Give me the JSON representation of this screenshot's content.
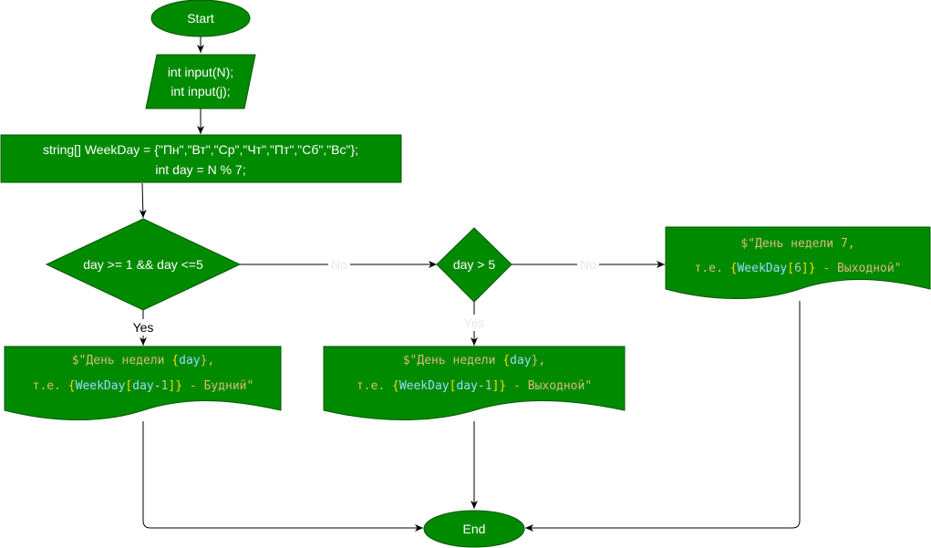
{
  "colors": {
    "node_fill": "#008a00",
    "node_stroke": "#005700",
    "edge": "#000000",
    "code_string": "#d7ba7d",
    "code_ident": "#9cdcfe",
    "code_brace": "#ffd700",
    "code_number": "#b5cea8"
  },
  "nodes": {
    "start": {
      "label": "Start"
    },
    "input": {
      "line1": "int input(N);",
      "line2": "int input(j);"
    },
    "init": {
      "line1": "string[] WeekDay = {\"Пн\",\"Вт\",\"Ср\",\"Чт\",\"Пт\",\"Сб\",\"Вс\"};",
      "line2": "int day = N % 7;"
    },
    "decision1": {
      "label": "day >= 1 && day <=5"
    },
    "decision2": {
      "label": "day > 5"
    },
    "out_weekday": {
      "l1_a": "$\"День недели ",
      "l1_b": "{",
      "l1_c": "day",
      "l1_d": "},",
      "l2_a": "т.е. ",
      "l2_b": "{",
      "l2_c": "WeekDay",
      "l2_d": "[",
      "l2_e": "day",
      "l2_f": "-",
      "l2_g": "1",
      "l2_h": "]",
      "l2_i": "}",
      "l2_j": " - Будний\""
    },
    "out_weekend": {
      "l1_a": "$\"День недели ",
      "l1_b": "{",
      "l1_c": "day",
      "l1_d": "},",
      "l2_a": "т.е. ",
      "l2_b": "{",
      "l2_c": "WeekDay",
      "l2_d": "[",
      "l2_e": "day",
      "l2_f": "-",
      "l2_g": "1",
      "l2_h": "]",
      "l2_i": "}",
      "l2_j": " - Выходной\""
    },
    "out_sunday": {
      "l1": "$\"День недели 7,",
      "l2_a": "т.е. ",
      "l2_b": "{",
      "l2_c": "WeekDay",
      "l2_d": "[",
      "l2_e": "6",
      "l2_f": "]",
      "l2_g": "}",
      "l2_h": " - Выходной\""
    },
    "end": {
      "label": "End"
    }
  },
  "edges": {
    "d1_yes": "Yes",
    "d1_no": "No",
    "d2_yes": "Yes",
    "d2_no": "No"
  }
}
